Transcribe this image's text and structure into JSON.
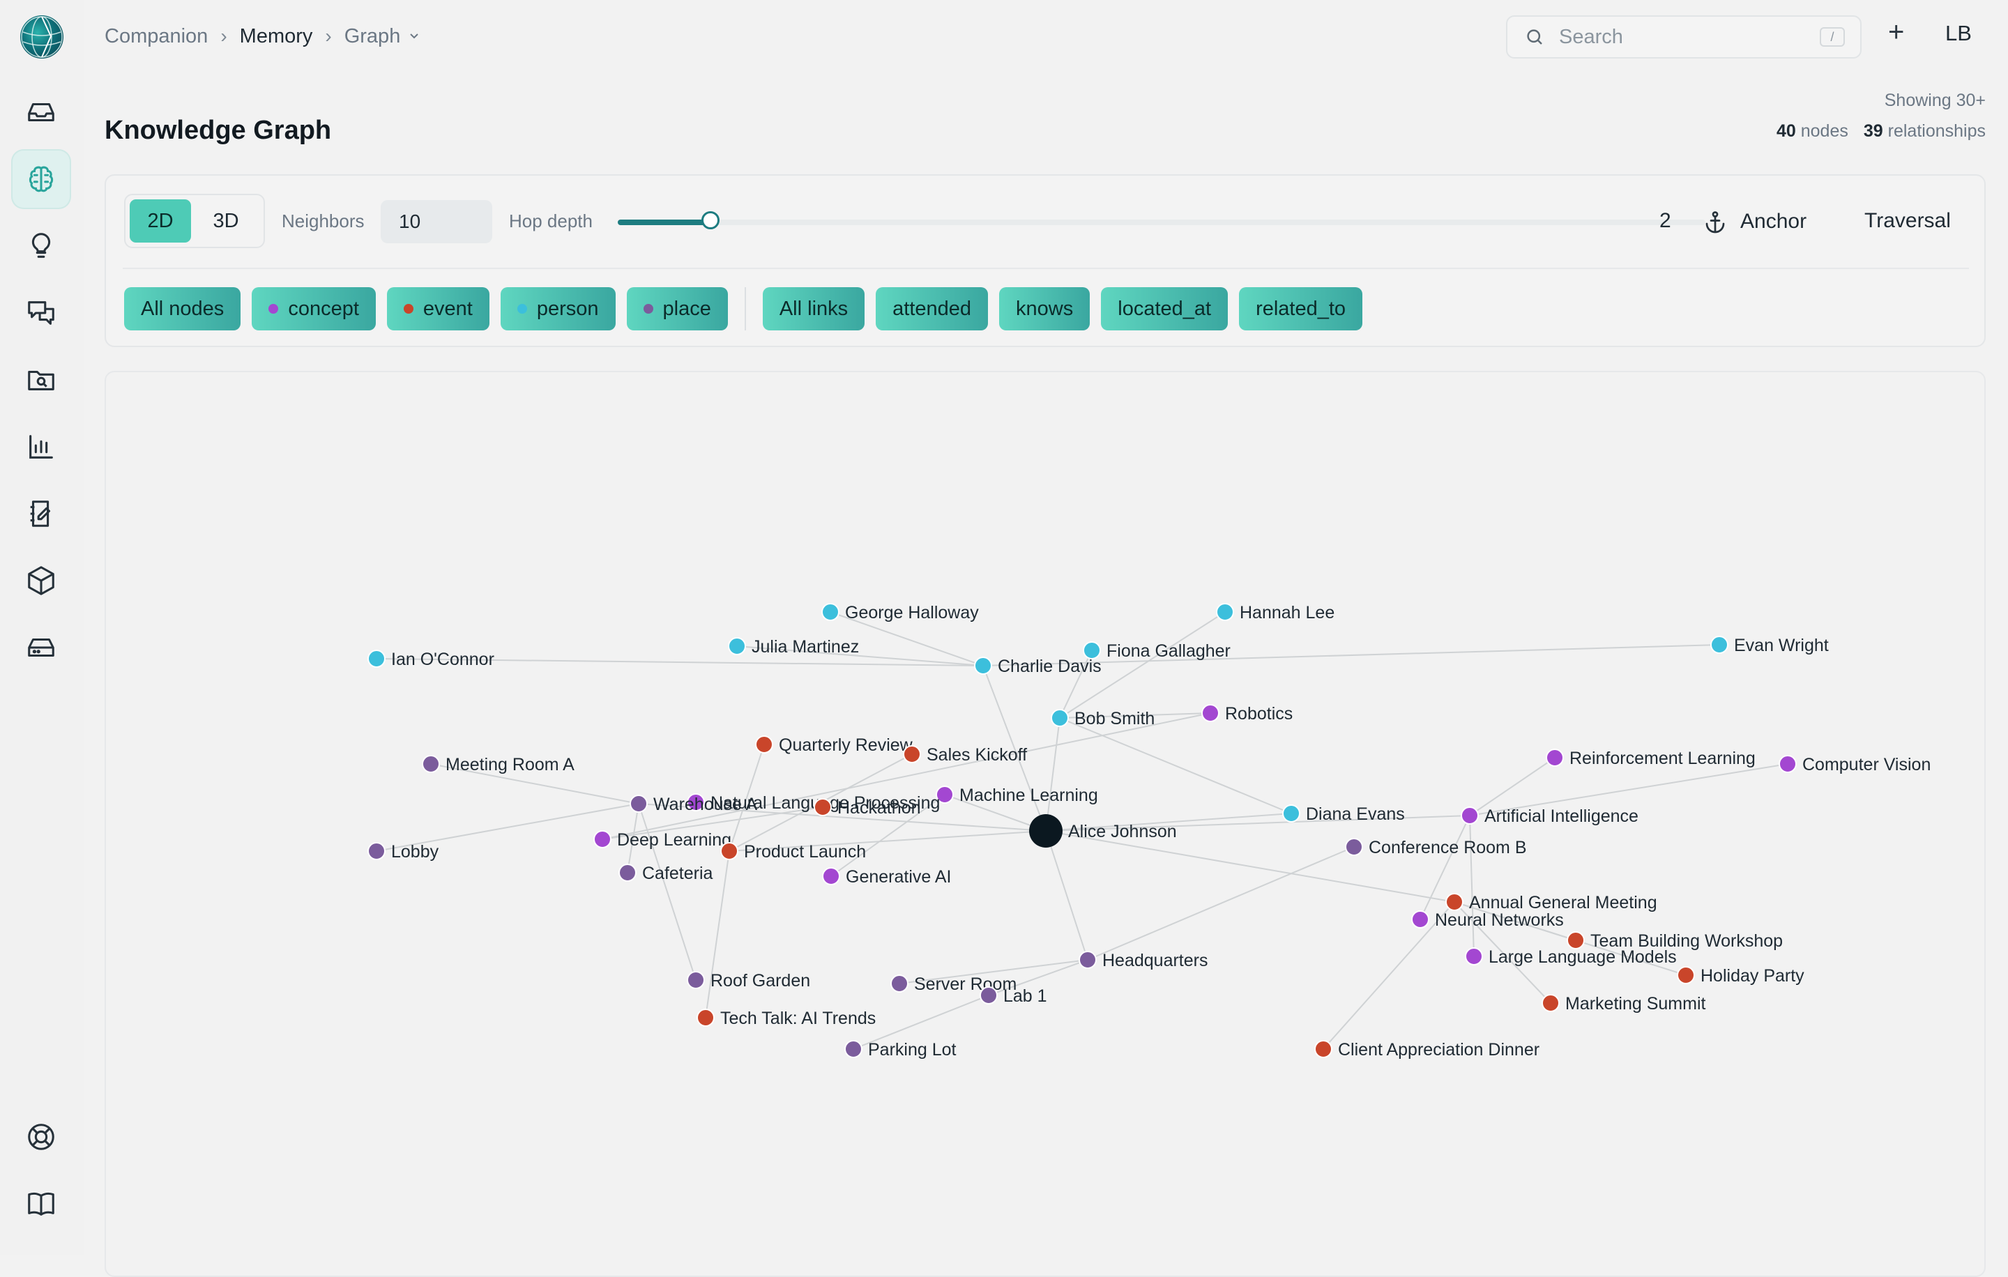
{
  "breadcrumb": {
    "items": [
      "Companion",
      "Memory"
    ],
    "current": "Graph"
  },
  "search": {
    "placeholder": "Search",
    "shortcut": "/"
  },
  "user": {
    "initials": "LB"
  },
  "page": {
    "title": "Knowledge Graph",
    "showing": "Showing 30+",
    "node_count": "40",
    "node_word": "nodes",
    "rel_count": "39",
    "rel_word": "relationships"
  },
  "controls": {
    "view_modes": [
      "2D",
      "3D"
    ],
    "active_view": "2D",
    "neighbors_label": "Neighbors",
    "neighbors_value": "10",
    "hop_label": "Hop depth",
    "hop_value": "2",
    "hop_fraction": 0.085,
    "anchor_label": "Anchor",
    "traversal_label": "Traversal"
  },
  "filters": {
    "node_filters": [
      {
        "label": "All nodes"
      },
      {
        "label": "concept",
        "color": "#a347d1"
      },
      {
        "label": "event",
        "color": "#c9452a"
      },
      {
        "label": "person",
        "color": "#3cbfdc"
      },
      {
        "label": "place",
        "color": "#7b5c9c"
      }
    ],
    "link_filters": [
      "All links",
      "attended",
      "knows",
      "located_at",
      "related_to"
    ]
  },
  "colors": {
    "concept": "#a347d1",
    "event": "#c9452a",
    "person": "#3cbfdc",
    "place": "#7b5c9c",
    "anchor": "#0b1820",
    "accent": "#1d7c80",
    "edge": "#cfd2d4"
  },
  "icons": {
    "sidebar": [
      "inbox-icon",
      "brain-icon",
      "lightbulb-icon",
      "chat-icon",
      "folder-search-icon",
      "chart-icon",
      "notebook-icon",
      "cube-icon",
      "storage-icon",
      "help-icon",
      "book-icon"
    ]
  },
  "graph": {
    "nodes": [
      {
        "id": "alice",
        "label": "Alice Johnson",
        "type": "anchor"
      },
      {
        "id": "bob",
        "label": "Bob Smith",
        "type": "person"
      },
      {
        "id": "charlie",
        "label": "Charlie Davis",
        "type": "person"
      },
      {
        "id": "diana",
        "label": "Diana Evans",
        "type": "person"
      },
      {
        "id": "evan",
        "label": "Evan Wright",
        "type": "person"
      },
      {
        "id": "fiona",
        "label": "Fiona Gallagher",
        "type": "person"
      },
      {
        "id": "george",
        "label": "George Halloway",
        "type": "person"
      },
      {
        "id": "hannah",
        "label": "Hannah Lee",
        "type": "person"
      },
      {
        "id": "ian",
        "label": "Ian O'Connor",
        "type": "person"
      },
      {
        "id": "julia",
        "label": "Julia Martinez",
        "type": "person"
      },
      {
        "id": "robotics",
        "label": "Robotics",
        "type": "concept"
      },
      {
        "id": "ml",
        "label": "Machine Learning",
        "type": "concept"
      },
      {
        "id": "nlp",
        "label": "Natural Language Processing",
        "type": "concept"
      },
      {
        "id": "dl",
        "label": "Deep Learning",
        "type": "concept"
      },
      {
        "id": "genai",
        "label": "Generative AI",
        "type": "concept"
      },
      {
        "id": "ai",
        "label": "Artificial Intelligence",
        "type": "concept"
      },
      {
        "id": "rl",
        "label": "Reinforcement Learning",
        "type": "concept"
      },
      {
        "id": "cv",
        "label": "Computer Vision",
        "type": "concept"
      },
      {
        "id": "nn",
        "label": "Neural Networks",
        "type": "concept"
      },
      {
        "id": "llm",
        "label": "Large Language Models",
        "type": "concept"
      },
      {
        "id": "qreview",
        "label": "Quarterly Review",
        "type": "event"
      },
      {
        "id": "sales",
        "label": "Sales Kickoff",
        "type": "event"
      },
      {
        "id": "hack",
        "label": "Hackathon",
        "type": "event"
      },
      {
        "id": "launch",
        "label": "Product Launch",
        "type": "event"
      },
      {
        "id": "agm",
        "label": "Annual General Meeting",
        "type": "event"
      },
      {
        "id": "tbw",
        "label": "Team Building Workshop",
        "type": "event"
      },
      {
        "id": "holiday",
        "label": "Holiday Party",
        "type": "event"
      },
      {
        "id": "msummit",
        "label": "Marketing Summit",
        "type": "event"
      },
      {
        "id": "client",
        "label": "Client Appreciation Dinner",
        "type": "event"
      },
      {
        "id": "techtalk",
        "label": "Tech Talk: AI Trends",
        "type": "event"
      },
      {
        "id": "meetA",
        "label": "Meeting Room A",
        "type": "place"
      },
      {
        "id": "warehouse",
        "label": "Warehouse A",
        "type": "place"
      },
      {
        "id": "lobby",
        "label": "Lobby",
        "type": "place"
      },
      {
        "id": "cafeteria",
        "label": "Cafeteria",
        "type": "place"
      },
      {
        "id": "confB",
        "label": "Conference Room B",
        "type": "place"
      },
      {
        "id": "hq",
        "label": "Headquarters",
        "type": "place"
      },
      {
        "id": "roof",
        "label": "Roof Garden",
        "type": "place"
      },
      {
        "id": "server",
        "label": "Server Room",
        "type": "place"
      },
      {
        "id": "lab1",
        "label": "Lab 1",
        "type": "place"
      },
      {
        "id": "parking",
        "label": "Parking Lot",
        "type": "place"
      }
    ],
    "edges": [
      [
        "alice",
        "bob"
      ],
      [
        "alice",
        "ml"
      ],
      [
        "alice",
        "warehouse"
      ],
      [
        "alice",
        "diana"
      ],
      [
        "alice",
        "charlie"
      ],
      [
        "alice",
        "launch"
      ],
      [
        "alice",
        "hq"
      ],
      [
        "alice",
        "agm"
      ],
      [
        "bob",
        "fiona"
      ],
      [
        "bob",
        "hannah"
      ],
      [
        "bob",
        "robotics"
      ],
      [
        "bob",
        "diana"
      ],
      [
        "charlie",
        "george"
      ],
      [
        "charlie",
        "julia"
      ],
      [
        "charlie",
        "ian"
      ],
      [
        "charlie",
        "evan"
      ],
      [
        "robotics",
        "dl"
      ],
      [
        "sales",
        "launch"
      ],
      [
        "qreview",
        "launch"
      ],
      [
        "ml",
        "genai"
      ],
      [
        "warehouse",
        "meetA"
      ],
      [
        "warehouse",
        "lobby"
      ],
      [
        "warehouse",
        "cafeteria"
      ],
      [
        "warehouse",
        "roof"
      ],
      [
        "launch",
        "techtalk"
      ],
      [
        "ai",
        "rl"
      ],
      [
        "ai",
        "cv"
      ],
      [
        "ai",
        "nn"
      ],
      [
        "ai",
        "llm"
      ],
      [
        "agm",
        "tbw"
      ],
      [
        "agm",
        "holiday"
      ],
      [
        "agm",
        "msummit"
      ],
      [
        "agm",
        "client"
      ],
      [
        "hq",
        "confB"
      ],
      [
        "hq",
        "server"
      ],
      [
        "hq",
        "lab1"
      ],
      [
        "lab1",
        "parking"
      ],
      [
        "alice",
        "ai"
      ],
      [
        "hack",
        "dl"
      ]
    ]
  }
}
